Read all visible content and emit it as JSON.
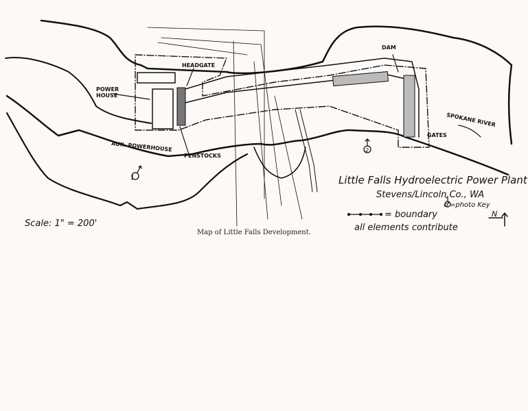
{
  "map": {
    "caption": "Map of Little Falls Development.",
    "scale": "Scale: 1\" = 200'",
    "labels": {
      "power_house": [
        "POWER",
        "HOUSE"
      ],
      "headgate": "HEADGATE",
      "aux_powerhouse": "AUX. POWERHOUSE",
      "penstocks": "PENSTOCKS",
      "dam": "DAM",
      "gates": "GATES",
      "river": "SPOKANE RIVER"
    },
    "photo_keys": [
      "1",
      "2"
    ],
    "title": {
      "line1": "Little Falls Hydroelectric Power Plant",
      "line2": "Stevens/Lincoln Co., WA"
    },
    "legend": {
      "boundary": "= boundary",
      "photo_key": "♂=photo Key",
      "north": "N",
      "note": "all elements contribute"
    }
  }
}
